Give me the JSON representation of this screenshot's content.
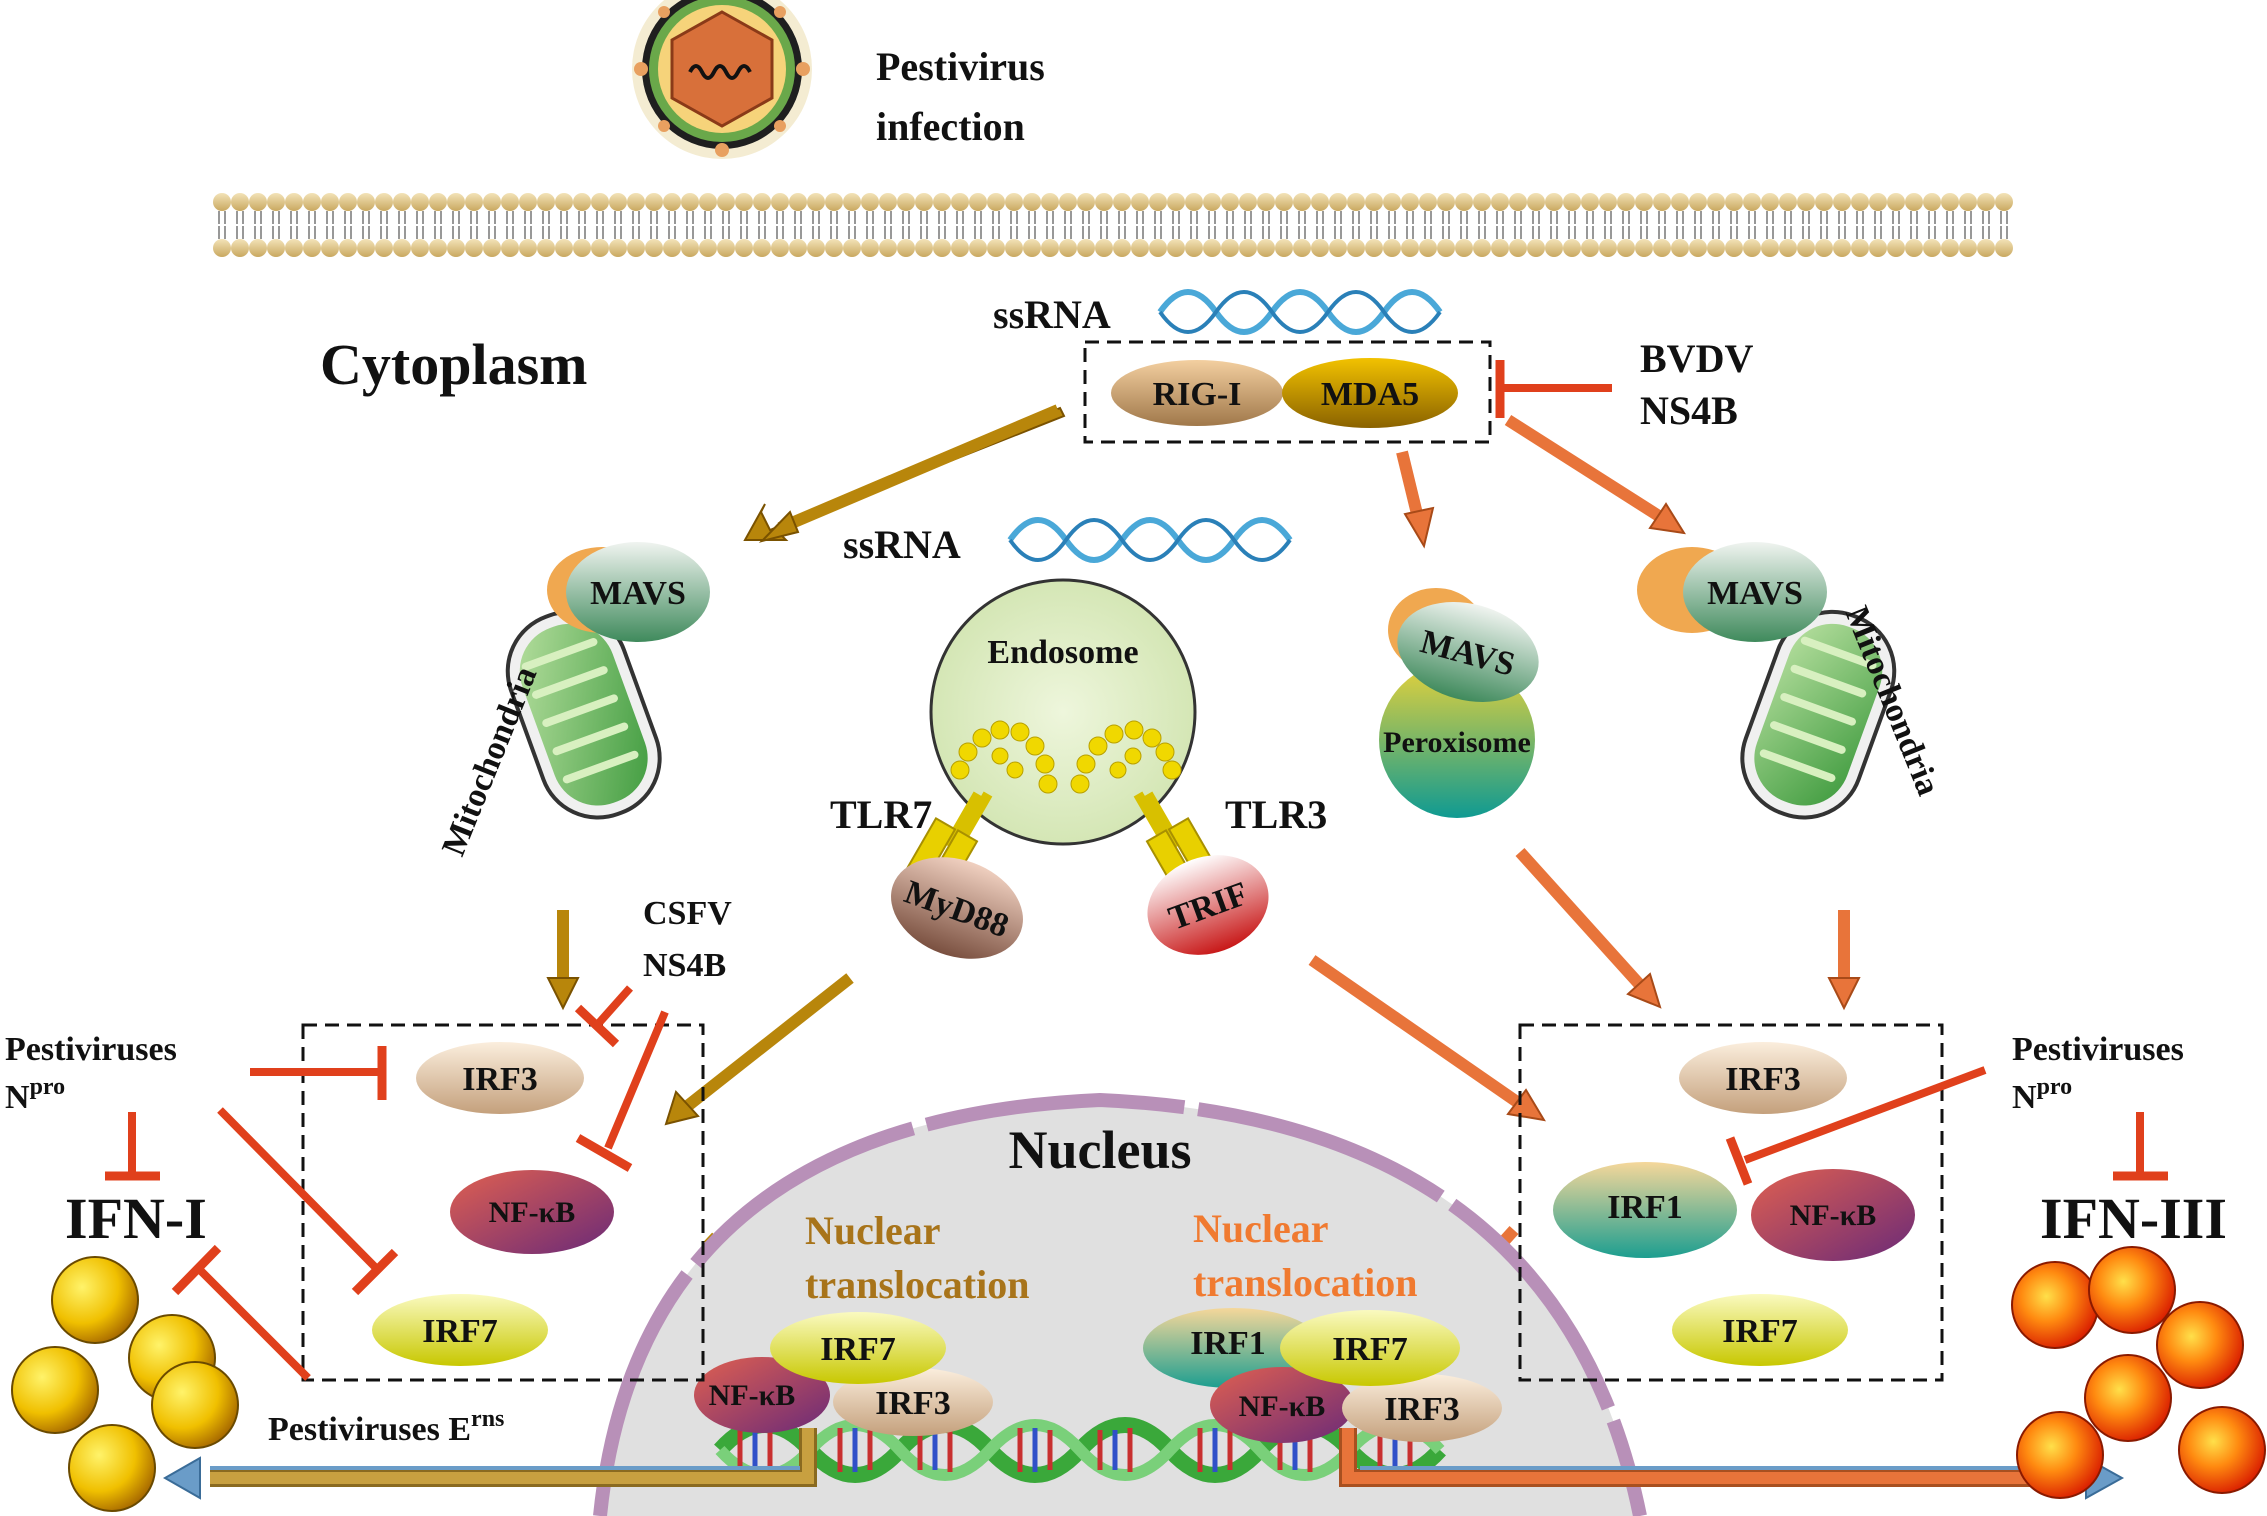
{
  "virus": {
    "title_line1": "Pestivirus",
    "title_line2": "infection"
  },
  "compartments": {
    "cytoplasm": "Cytoplasm",
    "nucleus": "Nucleus",
    "endosome": "Endosome",
    "peroxisome": "Peroxisome",
    "mitochondria_left": "Mitochondria",
    "mitochondria_right": "Mitochondria"
  },
  "rna": {
    "top": "ssRNA",
    "middle": "ssRNA"
  },
  "sensors": {
    "rig_i": "RIG-I",
    "mda5": "MDA5",
    "tlr7": "TLR7",
    "tlr3": "TLR3",
    "myd88": "MyD88",
    "trif": "TRIF"
  },
  "adaptors": {
    "mavs_left": "MAVS",
    "mavs_peroxisome": "MAVS",
    "mavs_right": "MAVS"
  },
  "inhibitors": {
    "bvdv_line1": "BVDV",
    "bvdv_line2": "NS4B",
    "csfv_line1": "CSFV",
    "csfv_line2": "NS4B",
    "npro_left_line1": "Pestiviruses",
    "npro_left_line2": "N",
    "npro_left_sup": "pro",
    "npro_right_line1": "Pestiviruses",
    "npro_right_line2": "N",
    "npro_right_sup": "pro",
    "erns_main": "Pestiviruses E",
    "erns_sup": "rns"
  },
  "left_box": {
    "irf3": "IRF3",
    "nfkb": "NF-κB",
    "irf7": "IRF7"
  },
  "right_box": {
    "irf3": "IRF3",
    "irf1": "IRF1",
    "nfkb": "NF-κB",
    "irf7": "IRF7"
  },
  "nucleus_content": {
    "translocation_left_line1": "Nuclear",
    "translocation_left_line2": "translocation",
    "translocation_right_line1": "Nuclear",
    "translocation_right_line2": "translocation",
    "left_cluster": {
      "irf7": "IRF7",
      "nfkb": "NF-κB",
      "irf3": "IRF3"
    },
    "right_cluster": {
      "irf1": "IRF1",
      "irf7": "IRF7",
      "nfkb": "NF-κB",
      "irf3": "IRF3"
    }
  },
  "outputs": {
    "ifn_i": "IFN-I",
    "ifn_iii": "IFN-III"
  },
  "colors": {
    "inhibit": "#e0401c",
    "arrow_gold": "#b8860b",
    "arrow_orange": "#e8743a",
    "text_gold": "#a8741a",
    "text_orange": "#f07a30",
    "dna_arrow": "#6a9cc8"
  }
}
